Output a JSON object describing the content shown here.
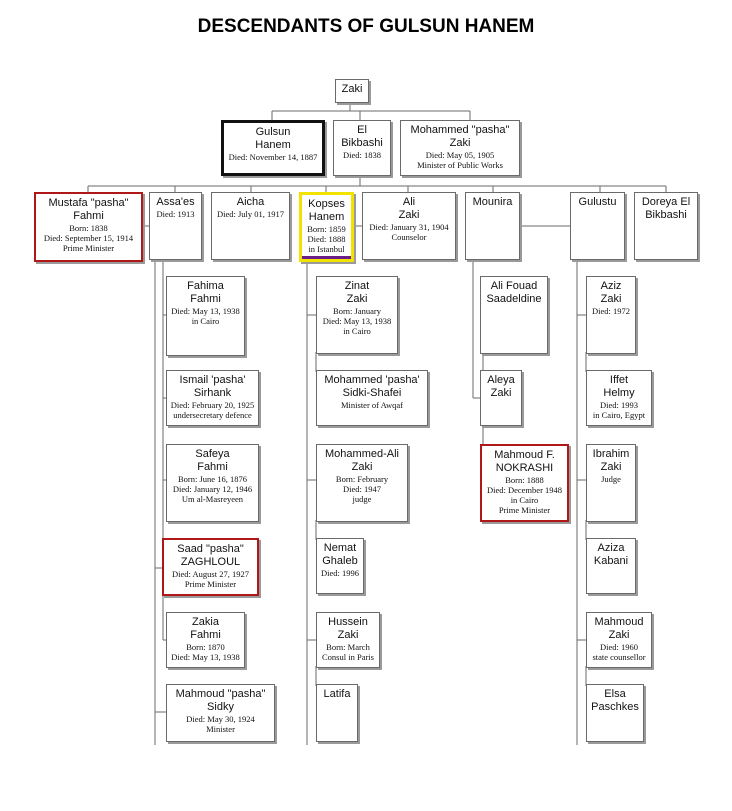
{
  "title": "DESCENDANTS OF GULSUN HANEM",
  "people": {
    "zaki": {
      "name": [
        "Zaki"
      ],
      "details": []
    },
    "gulsun": {
      "name": [
        "Gulsun",
        "Hanem"
      ],
      "details": [
        "Died: November 14, 1887"
      ]
    },
    "el_bikbashi": {
      "name": [
        "El",
        "Bikbashi"
      ],
      "details": [
        "Died: 1838"
      ]
    },
    "mohammed_zaki": {
      "name": [
        "Mohammed \"pasha\"",
        "Zaki"
      ],
      "details": [
        "Died: May 05, 1905",
        "Minister of Public Works"
      ]
    },
    "mustafa_fahmi": {
      "name": [
        "Mustafa \"pasha\"",
        "Fahmi"
      ],
      "details": [
        "Born: 1838",
        "Died: September 15, 1914",
        "Prime Minister"
      ]
    },
    "assaes": {
      "name": [
        "Assa'es"
      ],
      "details": [
        "Died: 1913"
      ]
    },
    "aicha": {
      "name": [
        "Aicha"
      ],
      "details": [
        "Died: July 01, 1917"
      ]
    },
    "kopses": {
      "name": [
        "Kopses",
        "Hanem"
      ],
      "details": [
        "Born: 1859",
        "Died: 1888",
        "in Istanbul"
      ]
    },
    "ali_zaki": {
      "name": [
        "Ali",
        "Zaki"
      ],
      "details": [
        "Died: January 31, 1904",
        "Counselor"
      ]
    },
    "mounira": {
      "name": [
        "Mounira"
      ],
      "details": []
    },
    "gulustu": {
      "name": [
        "Gulustu"
      ],
      "details": []
    },
    "doreya": {
      "name": [
        "Doreya El",
        "Bikbashi"
      ],
      "details": []
    },
    "fahima": {
      "name": [
        "Fahima",
        "Fahmi"
      ],
      "details": [
        "Died: May 13, 1938",
        "in Cairo"
      ]
    },
    "ismail": {
      "name": [
        "Ismail 'pasha'",
        "Sirhank"
      ],
      "details": [
        "Died: February 20, 1925",
        "undersecretary defence"
      ]
    },
    "safeya": {
      "name": [
        "Safeya",
        "Fahmi"
      ],
      "details": [
        "Born: June 16, 1876",
        "Died: January 12, 1946",
        "Um al-Masreyeen"
      ]
    },
    "saad": {
      "name": [
        "Saad \"pasha\"",
        "ZAGHLOUL"
      ],
      "details": [
        "Died: August 27, 1927",
        "Prime Minister"
      ]
    },
    "zakia": {
      "name": [
        "Zakia",
        "Fahmi"
      ],
      "details": [
        "Born: 1870",
        "Died: May 13, 1938"
      ]
    },
    "mahmoud_sidky": {
      "name": [
        "Mahmoud \"pasha\"",
        "Sidky"
      ],
      "details": [
        "Died: May 30, 1924",
        "Minister"
      ]
    },
    "zinat": {
      "name": [
        "Zinat",
        "Zaki"
      ],
      "details": [
        "Born: January",
        "Died: May 13, 1938",
        "in Cairo"
      ]
    },
    "mohammed_sidki": {
      "name": [
        "Mohammed 'pasha'",
        "Sidki-Shafei"
      ],
      "details": [
        "Minister of Awqaf"
      ]
    },
    "mohammed_ali": {
      "name": [
        "Mohammed-Ali",
        "Zaki"
      ],
      "details": [
        "Born: February",
        "Died: 1947",
        "judge"
      ]
    },
    "nemat": {
      "name": [
        "Nemat",
        "Ghaleb"
      ],
      "details": [
        "Died: 1996"
      ]
    },
    "hussein": {
      "name": [
        "Hussein",
        "Zaki"
      ],
      "details": [
        "Born: March",
        "Consul in Paris"
      ]
    },
    "latifa": {
      "name": [
        "Latifa"
      ],
      "details": []
    },
    "ali_fouad": {
      "name": [
        "Ali Fouad",
        "Saadeldine"
      ],
      "details": []
    },
    "aleya": {
      "name": [
        "Aleya",
        "Zaki"
      ],
      "details": []
    },
    "nokrashi": {
      "name": [
        "Mahmoud F.",
        "NOKRASHI"
      ],
      "details": [
        "Born: 1888",
        "Died: December 1948",
        "in Cairo",
        "Prime Minister"
      ]
    },
    "aziz": {
      "name": [
        "Aziz",
        "Zaki"
      ],
      "details": [
        "Died: 1972"
      ]
    },
    "iffet": {
      "name": [
        "Iffet",
        "Helmy"
      ],
      "details": [
        "Died: 1993",
        "in Cairo, Egypt"
      ]
    },
    "ibrahim": {
      "name": [
        "Ibrahim",
        "Zaki"
      ],
      "details": [
        "Judge"
      ]
    },
    "aziza": {
      "name": [
        "Aziza",
        "Kabani"
      ],
      "details": []
    },
    "mahmoud_zaki": {
      "name": [
        "Mahmoud",
        "Zaki"
      ],
      "details": [
        "Died: 1960",
        "state counsellor"
      ]
    },
    "elsa": {
      "name": [
        "Elsa",
        "Paschkes"
      ],
      "details": []
    }
  },
  "colors": {
    "highlight_black": "#111111",
    "highlight_red": "#b01818",
    "highlight_yellow": "#f2e200",
    "line": "#6a6a6a"
  }
}
